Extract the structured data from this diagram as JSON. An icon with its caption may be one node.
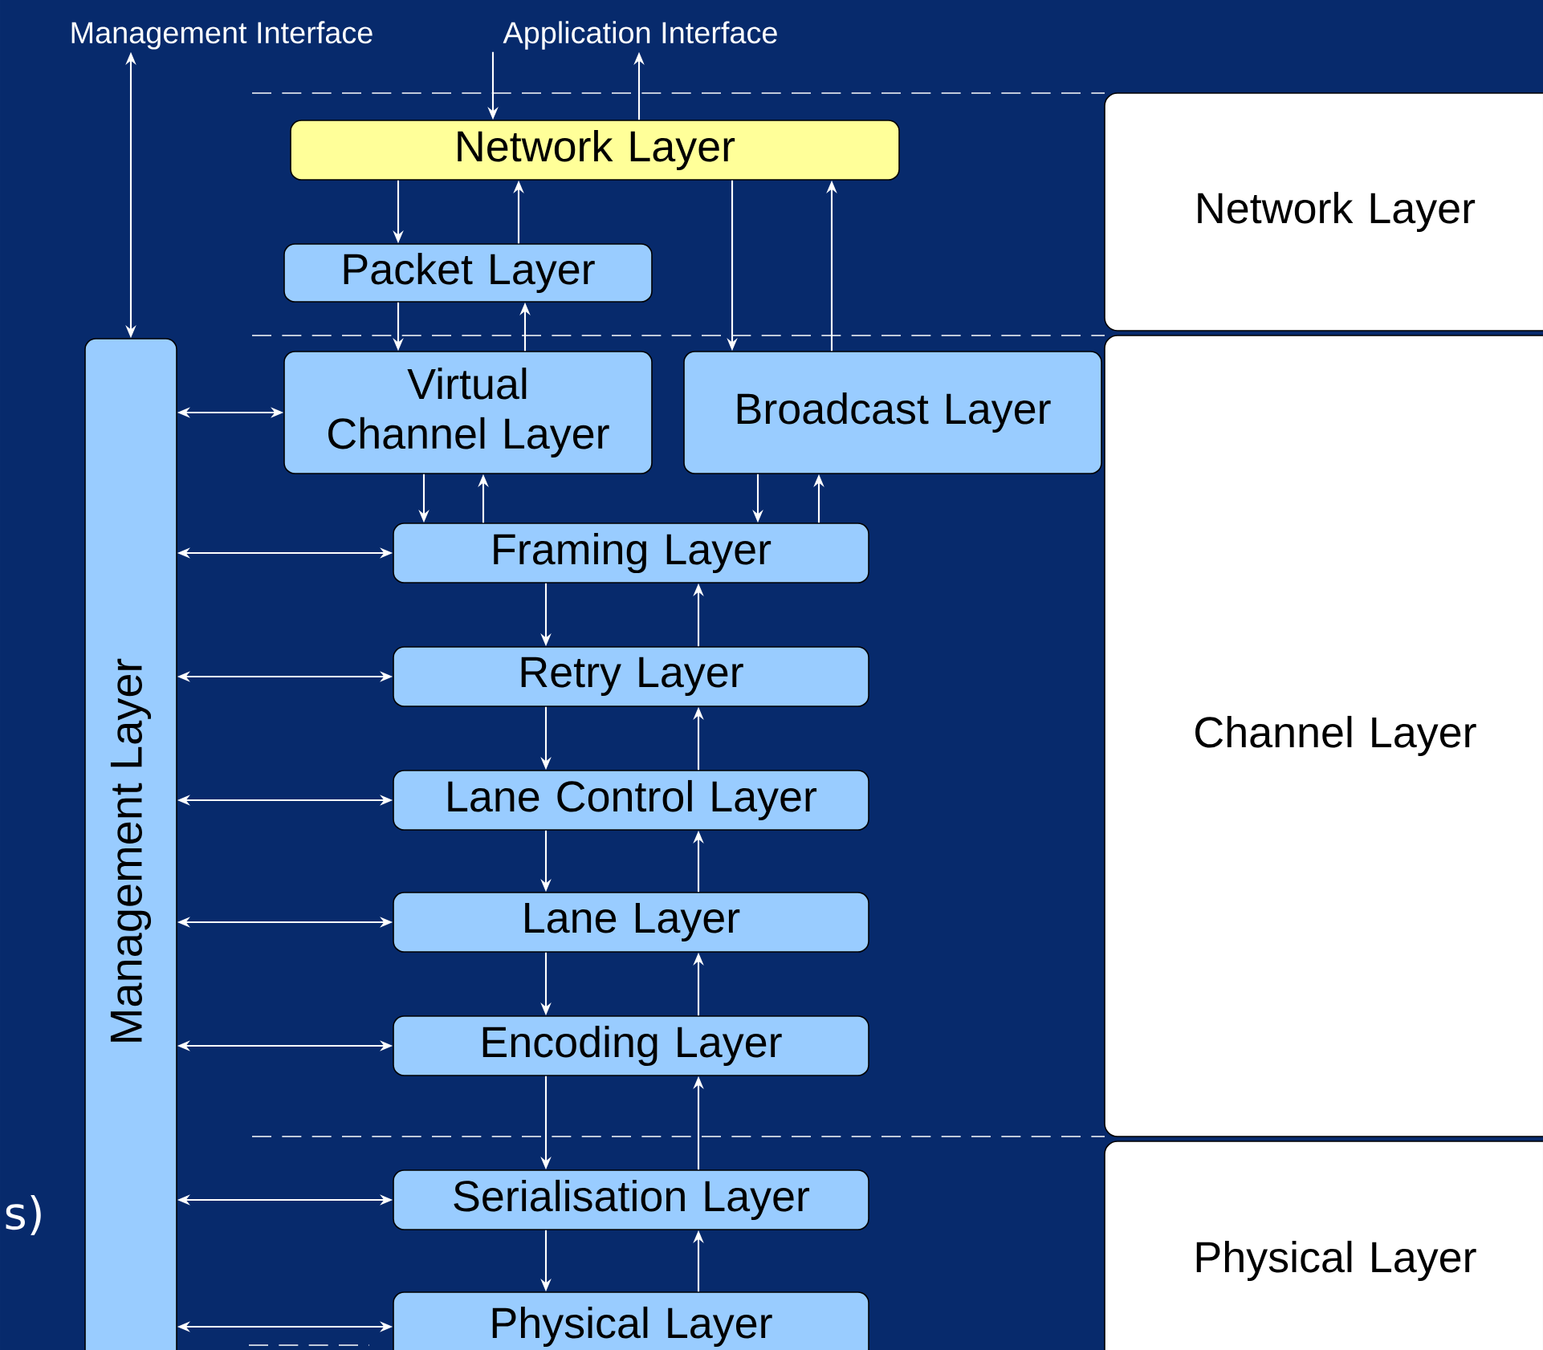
{
  "diagram": {
    "nodes": [
      {
        "text": [
          "Management Interface"
        ]
      },
      {
        "text": [
          "Application Interface"
        ]
      },
      {
        "text": [
          "Network Layer"
        ]
      },
      {
        "text": [
          "Packet Layer"
        ]
      },
      {
        "text": [
          "Virtual Channel Layer"
        ]
      },
      {
        "text": [
          "Broadcast Layer"
        ]
      },
      {
        "text": [
          "Framing Layer"
        ]
      },
      {
        "text": [
          "Retry Layer"
        ]
      },
      {
        "text": [
          "Lane Control Layer"
        ]
      },
      {
        "text": [
          "Lane Layer"
        ]
      },
      {
        "text": [
          "Encoding Layer"
        ]
      },
      {
        "text": [
          "Serialisation Layer"
        ]
      },
      {
        "text": [
          "Physical Layer"
        ]
      },
      {
        "text": [
          "Management Layer"
        ]
      },
      {
        "text": [
          "Network Layer"
        ]
      },
      {
        "text": [
          "Channel Layer"
        ]
      },
      {
        "text": [
          "Physical Layer"
        ]
      }
    ],
    "edges": [
      {
        "from": 0,
        "to": 13,
        "arrow": "both"
      },
      {
        "from": 1,
        "to": 2,
        "arrow": "to"
      },
      {
        "from": 2,
        "to": 1,
        "arrow": "to"
      },
      {
        "from": 2,
        "to": 3,
        "arrow": "to"
      },
      {
        "from": 3,
        "to": 2,
        "arrow": "to"
      },
      {
        "from": 3,
        "to": 4,
        "arrow": "to"
      },
      {
        "from": 4,
        "to": 3,
        "arrow": "to"
      },
      {
        "from": 2,
        "to": 5,
        "arrow": "to"
      },
      {
        "from": 5,
        "to": 2,
        "arrow": "to"
      },
      {
        "from": 4,
        "to": 6,
        "arrow": "to"
      },
      {
        "from": 6,
        "to": 4,
        "arrow": "to"
      },
      {
        "from": 5,
        "to": 6,
        "arrow": "to"
      },
      {
        "from": 6,
        "to": 5,
        "arrow": "to"
      },
      {
        "from": 6,
        "to": 7,
        "arrow": "to"
      },
      {
        "from": 7,
        "to": 6,
        "arrow": "to"
      },
      {
        "from": 7,
        "to": 8,
        "arrow": "to"
      },
      {
        "from": 8,
        "to": 7,
        "arrow": "to"
      },
      {
        "from": 8,
        "to": 9,
        "arrow": "to"
      },
      {
        "from": 9,
        "to": 8,
        "arrow": "to"
      },
      {
        "from": 9,
        "to": 10,
        "arrow": "to"
      },
      {
        "from": 10,
        "to": 9,
        "arrow": "to"
      },
      {
        "from": 10,
        "to": 11,
        "arrow": "to"
      },
      {
        "from": 11,
        "to": 10,
        "arrow": "to"
      },
      {
        "from": 11,
        "to": 12,
        "arrow": "to"
      },
      {
        "from": 12,
        "to": 11,
        "arrow": "to"
      },
      {
        "from": 13,
        "to": 4,
        "arrow": "both"
      },
      {
        "from": 13,
        "to": 6,
        "arrow": "both"
      },
      {
        "from": 13,
        "to": 7,
        "arrow": "both"
      },
      {
        "from": 13,
        "to": 8,
        "arrow": "both"
      },
      {
        "from": 13,
        "to": 9,
        "arrow": "both"
      },
      {
        "from": 13,
        "to": 10,
        "arrow": "both"
      },
      {
        "from": 13,
        "to": 11,
        "arrow": "both"
      },
      {
        "from": 13,
        "to": 12,
        "arrow": "both"
      }
    ],
    "labels": [
      "s)"
    ]
  }
}
